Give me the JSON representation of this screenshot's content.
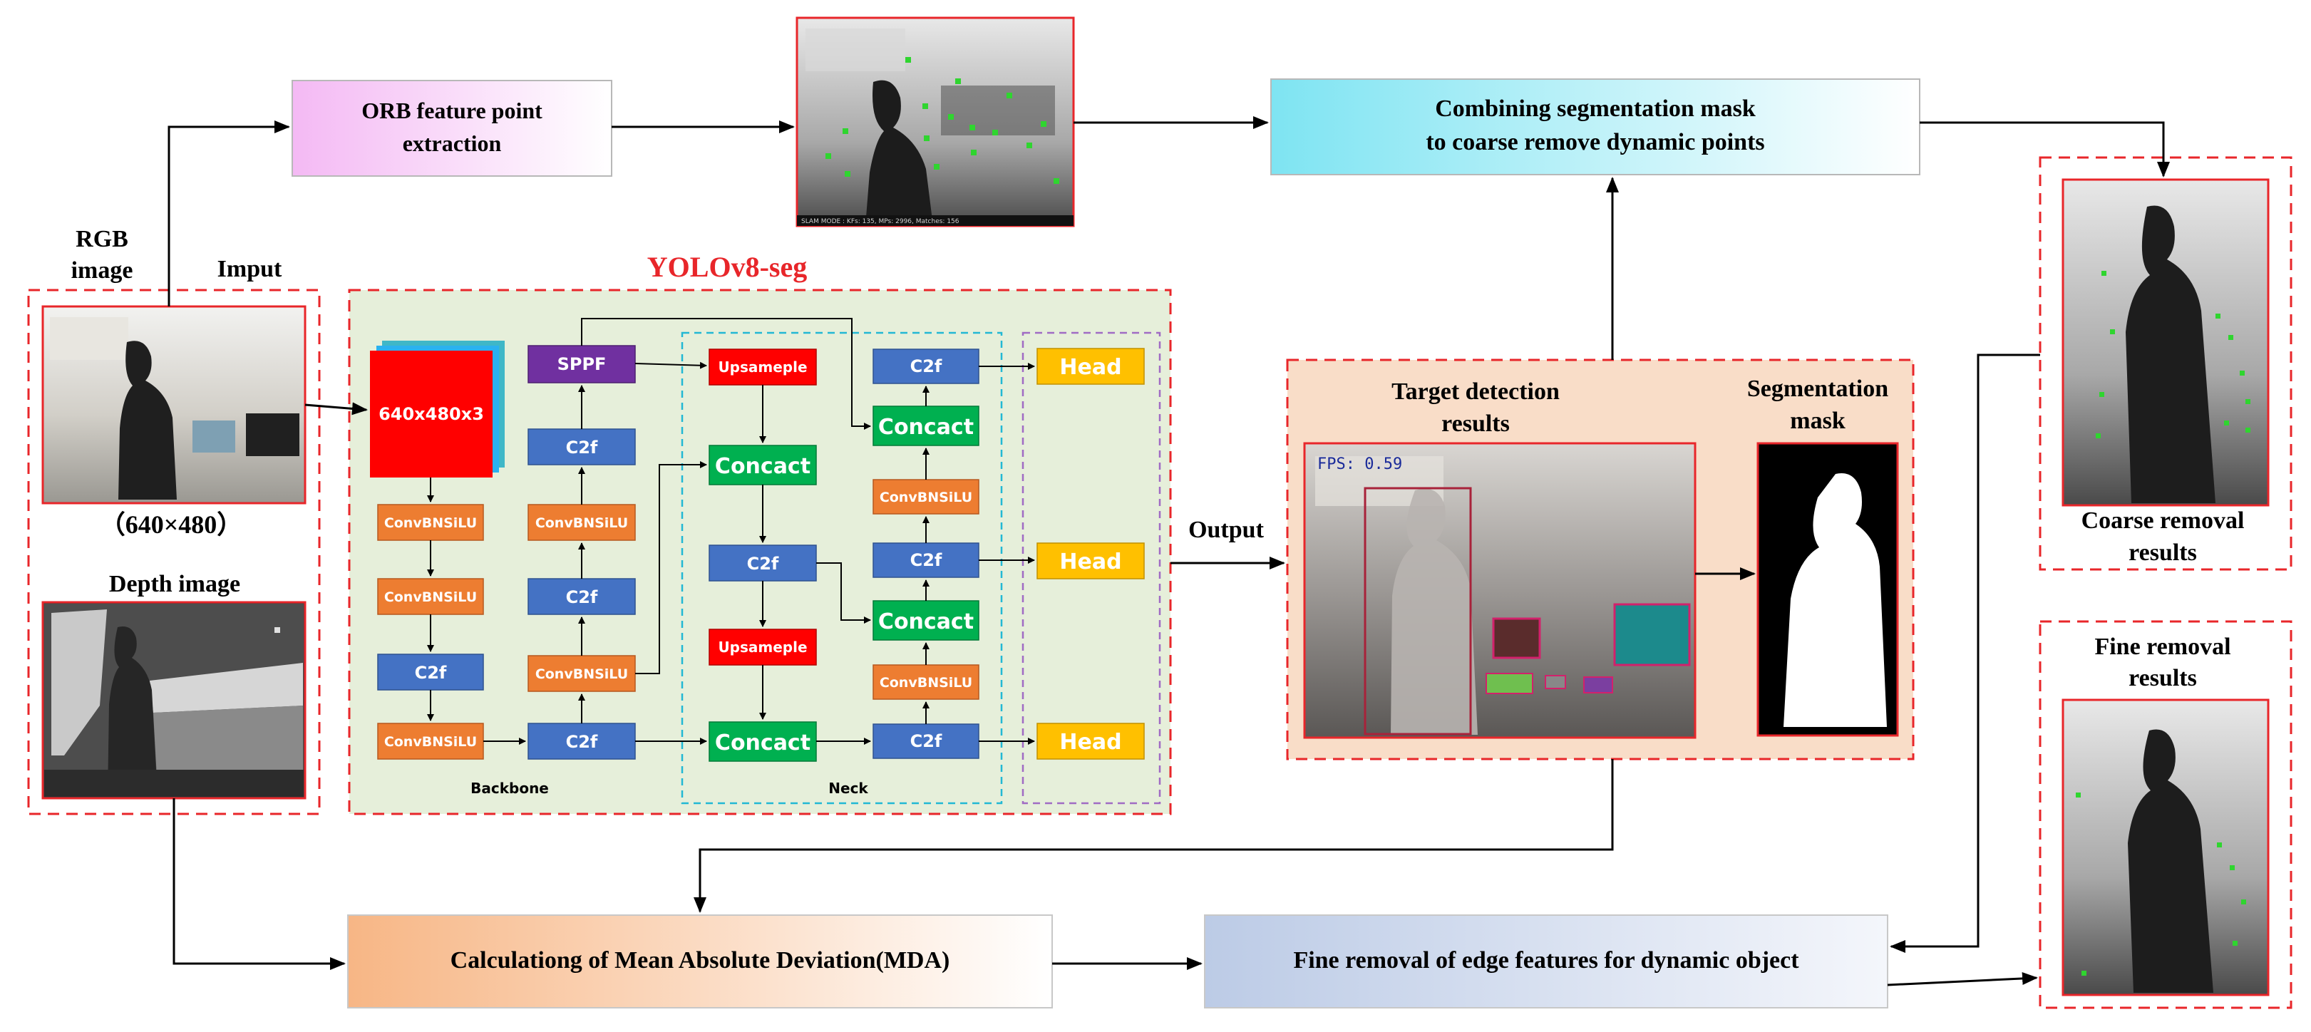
{
  "boxes": {
    "orb": [
      "ORB feature point",
      "extraction"
    ],
    "combine": [
      "Combining segmentation mask",
      "to coarse remove dynamic points"
    ],
    "mda": "Calculationg of Mean Absolute Deviation(MDA)",
    "fine": "Fine removal of edge features for dynamic object"
  },
  "labels": {
    "rgb": [
      "RGB",
      "image"
    ],
    "input": "Imput",
    "resolution": "（640×480）",
    "depth": "Depth image",
    "yolo": "YOLOv8-seg",
    "output": "Output",
    "target": [
      "Target detection",
      "results"
    ],
    "segmask": [
      "Segmentation",
      "mask"
    ],
    "coarse": [
      "Coarse removal",
      "results"
    ],
    "fine_results": [
      "Fine removal",
      "results"
    ],
    "backbone": "Backbone",
    "neck": "Neck"
  },
  "network": {
    "input_block": "640x480x3",
    "conv": "ConvBNSiLU",
    "c2f": "C2f",
    "sppf": "SPPF",
    "upsample": "Upsameple",
    "concat": "Concact",
    "head": "Head"
  },
  "overlay": {
    "orb_status": "SLAM MODE : KFs: 135, MPs: 2996, Matches: 156",
    "fps": "FPS: 0.59"
  },
  "colors": {
    "dashed_red": "#e8262a",
    "orb_fill": "#f8d4f8",
    "combine_fill": "#b6eef6",
    "yolo_fill": "#e6efda",
    "detect_fill": "#f9ddc8",
    "mda_fill": "#f9cba6",
    "fine_fill": "#d3ddef",
    "conv": "#ed7d31",
    "c2f": "#4472c4",
    "sppf": "#7030a0",
    "upsample": "#ff0000",
    "concat": "#00b050",
    "head": "#ffc000",
    "neck_border": "#22b8d4",
    "head_border": "#a06bc4"
  }
}
